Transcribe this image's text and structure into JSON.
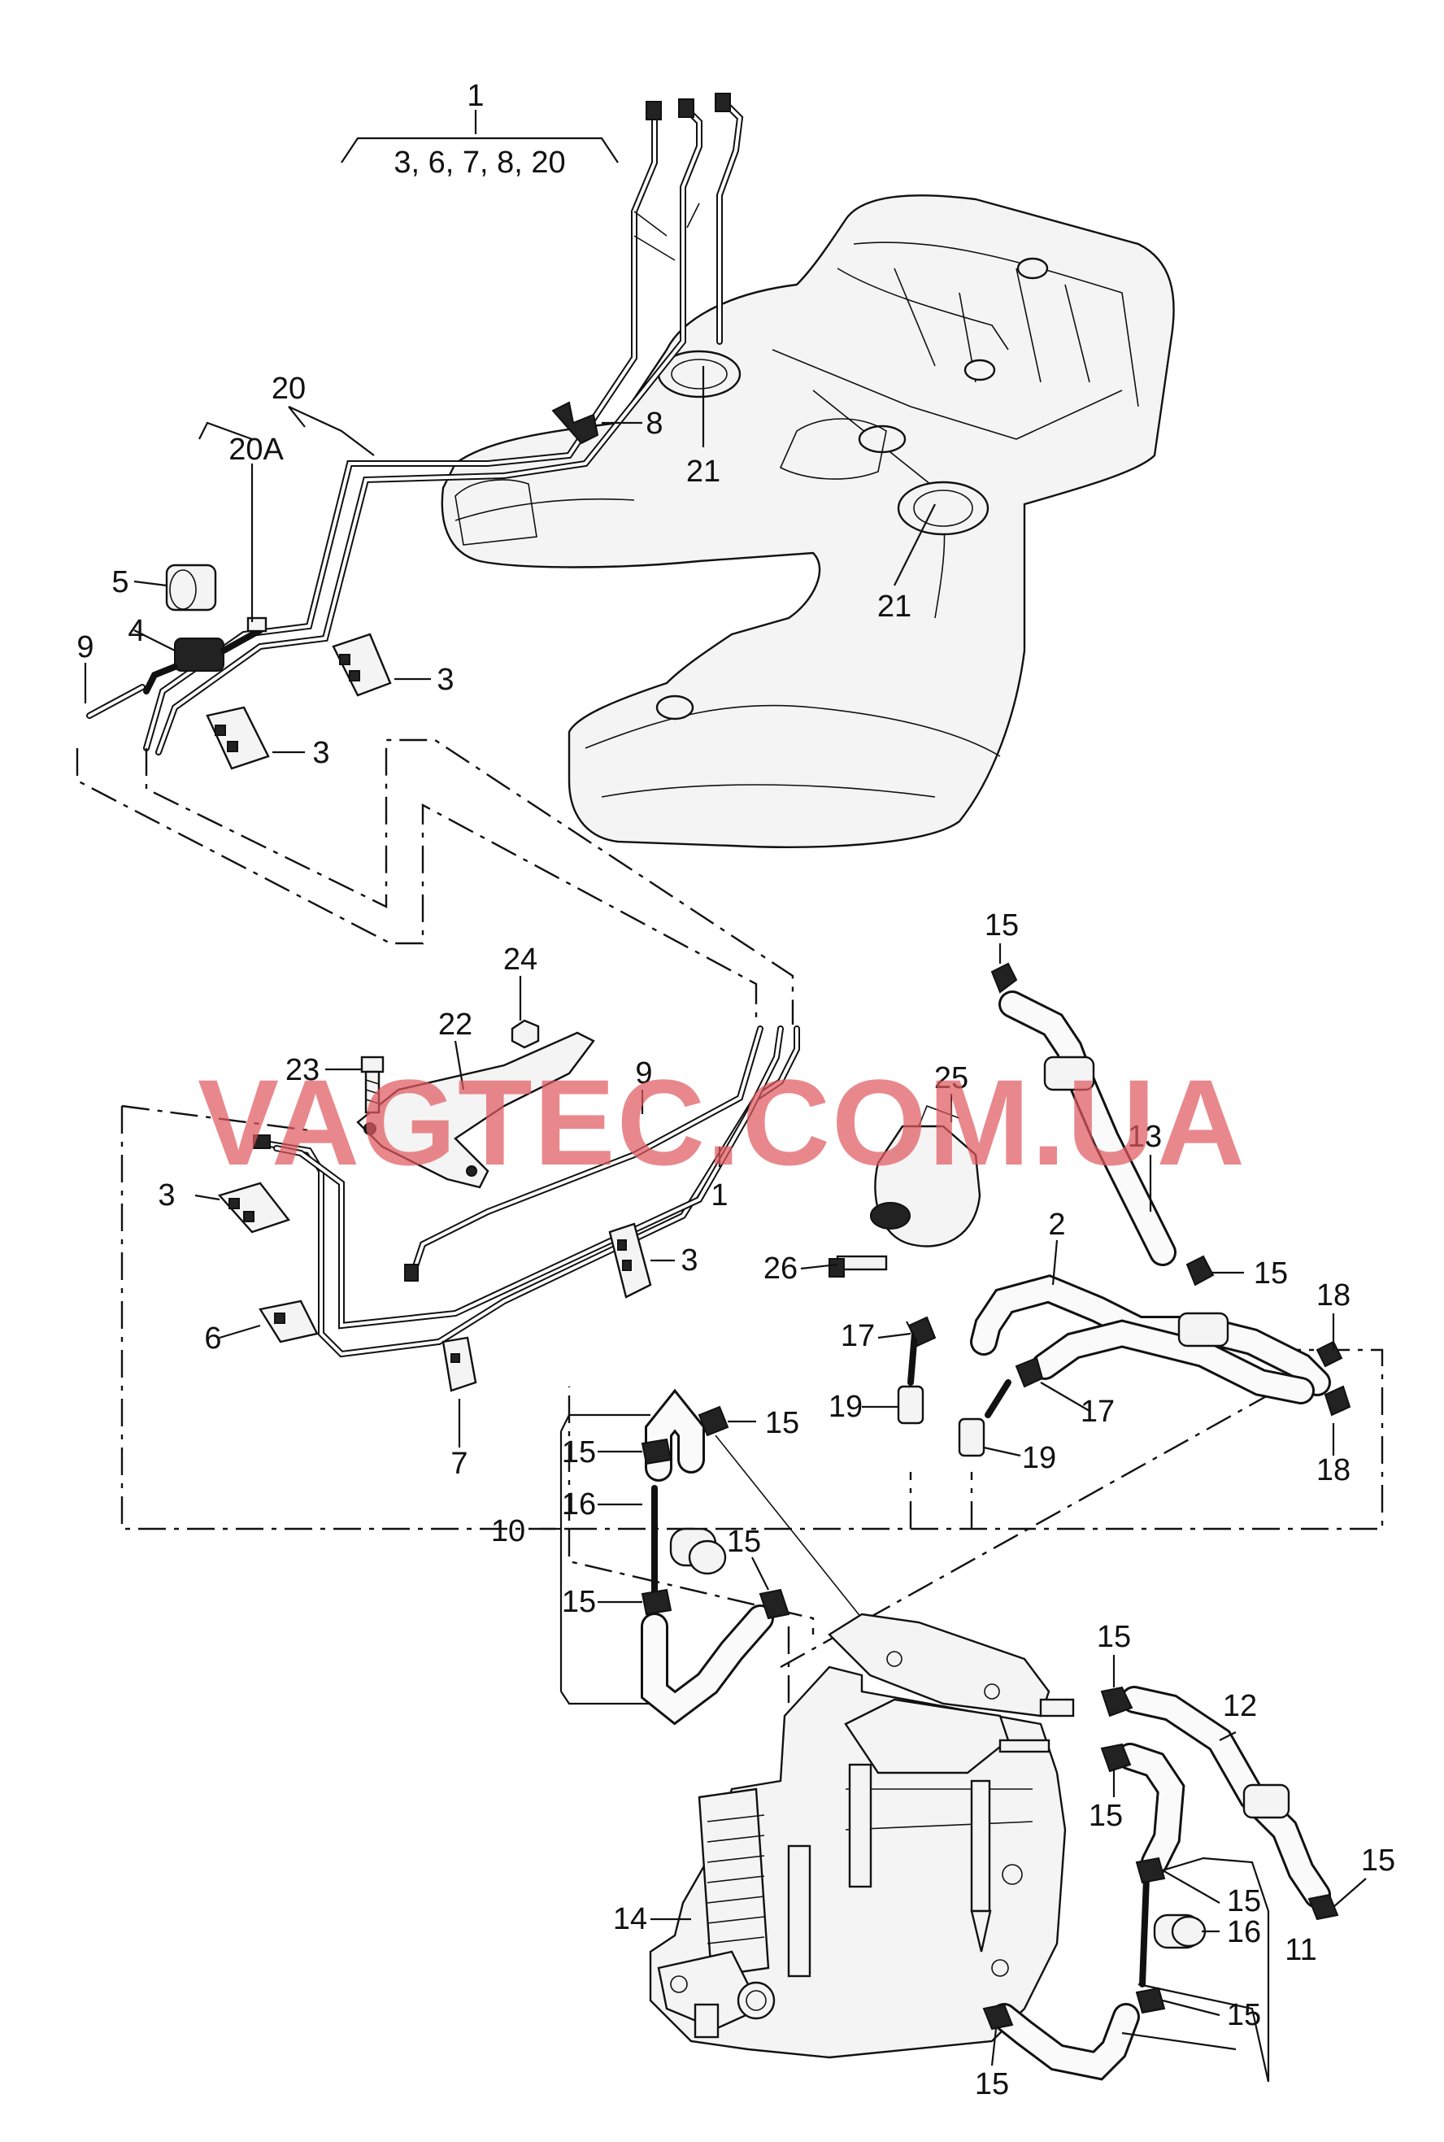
{
  "labels": {
    "l1_top": "1",
    "l1_top_sub": "3, 6, 7, 8, 20",
    "l20": "20",
    "l20A": "20A",
    "l5": "5",
    "l4": "4",
    "l9_left": "9",
    "l3_a": "3",
    "l3_b": "3",
    "l8": "8",
    "l21_a": "21",
    "l21_b": "21",
    "l15_top": "15",
    "l24": "24",
    "l22": "22",
    "l23": "23",
    "l9_mid": "9",
    "l25": "25",
    "l13": "13",
    "l3_c": "3",
    "l1_mid": "1",
    "l3_d": "3",
    "l2": "2",
    "l26": "26",
    "l15_a": "15",
    "l18_a": "18",
    "l17_a": "17",
    "l6": "6",
    "l19_a": "19",
    "l17_b": "17",
    "l7": "7",
    "l15_b": "15",
    "l19_b": "19",
    "l18_b": "18",
    "l15_c": "15",
    "l16_a": "16",
    "l10": "10",
    "l15_d": "15",
    "l15_e": "15",
    "l15_f": "15",
    "l12": "12",
    "l15_g": "15",
    "l14": "14",
    "l15_h": "15",
    "l15_i": "15",
    "l16_b": "16",
    "l11": "11",
    "l15_j": "15",
    "l15_k": "15"
  },
  "watermark": "VAGTEC.COM.UA",
  "icons": {
    "tank": "fuel-tank-icon",
    "filter": "fuel-filter-icon",
    "cooler": "fuel-cooler-icon",
    "clamp": "hose-clamp-icon"
  },
  "colors": {
    "watermark": "#e05a60",
    "ink": "#111111",
    "background": "#ffffff"
  }
}
